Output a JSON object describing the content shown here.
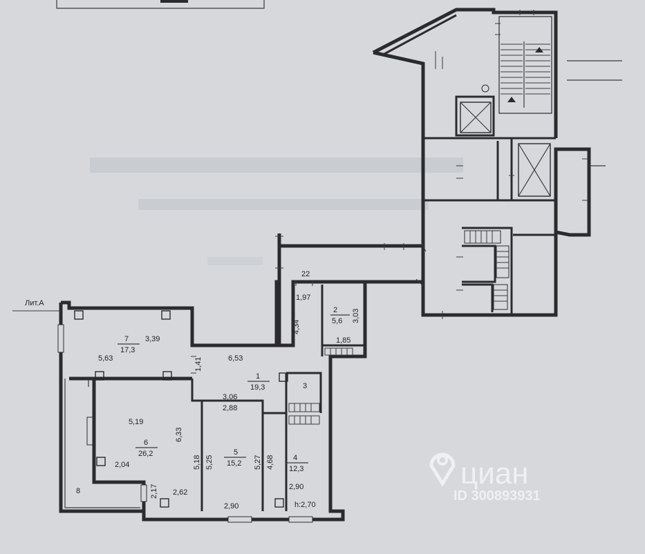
{
  "letter_label": "Лит.А",
  "rooms": [
    {
      "id": "1",
      "area": "19,3",
      "dims": [
        "6,53",
        "1,41",
        "3,06"
      ]
    },
    {
      "id": "2",
      "area": "5,6",
      "dims": [
        "3,03",
        "1,85"
      ]
    },
    {
      "id": "3",
      "area": "",
      "dims": []
    },
    {
      "id": "4",
      "area": "12,3",
      "dims": [
        "4,68",
        "2,90"
      ]
    },
    {
      "id": "5",
      "area": "15,2",
      "dims": [
        "2,88",
        "5,25",
        "5,27",
        "2,90"
      ]
    },
    {
      "id": "6",
      "area": "26,2",
      "dims": [
        "5,19",
        "6,33",
        "5,18",
        "2,04",
        "2,17",
        "2,62"
      ]
    },
    {
      "id": "7",
      "area": "17,3",
      "dims": [
        "5,63",
        "3,39"
      ]
    },
    {
      "id": "8",
      "area": "",
      "dims": []
    }
  ],
  "extra_dims": {
    "top_22": "22",
    "corridor_197": "1,97",
    "corridor_434": "4,34"
  },
  "ceiling_height": "h:2,70",
  "watermark": {
    "brand": "циан",
    "listing_id": "ID 300893931"
  },
  "colors": {
    "paper": "#d6d8dc",
    "ink": "#2b2b2e",
    "watermark": "#eef0f2"
  }
}
